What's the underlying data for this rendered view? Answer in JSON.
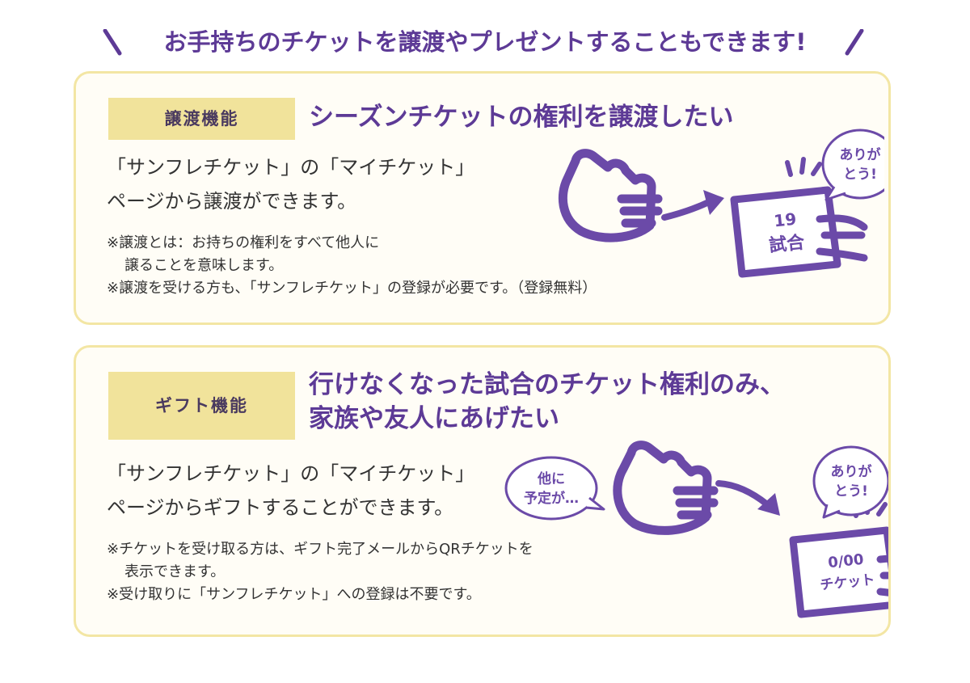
{
  "headline": "お手持ちのチケットを譲渡やプレゼントすることもできます!",
  "colors": {
    "accent": "#5d3a96",
    "tag_bg": "#f1e39b",
    "panel_border": "#f3e6a4",
    "icon": "#6b4aa8"
  },
  "sections": [
    {
      "tag": "譲渡機能",
      "title_lines": [
        "シーズンチケットの権利を譲渡したい"
      ],
      "body_lines": [
        "「サンフレチケット」の「マイチケット」",
        "ページから譲渡ができます。"
      ],
      "note_lines": [
        "※譲渡とは：お持ちの権利をすべて他人に",
        "譲ることを意味します。",
        "※譲渡を受ける方も、「サンフレチケット」の登録が必要です。（登録無料）"
      ],
      "illustration": {
        "bubble_lines": [
          "ありが",
          "とう!"
        ],
        "ticket_lines": [
          "19",
          "試合"
        ],
        "icons": [
          "hand-icon",
          "arrow-icon",
          "ticket-icon",
          "speech-bubble-icon"
        ]
      }
    },
    {
      "tag": "ギフト機能",
      "title_lines": [
        "行けなくなった試合のチケット権利のみ、",
        "家族や友人にあげたい"
      ],
      "body_lines": [
        "「サンフレチケット」の「マイチケット」",
        "ページからギフトすることができます。"
      ],
      "note_lines": [
        "※チケットを受け取る方は、ギフト完了メールからQRチケットを",
        "表示できます。",
        "※受け取りに「サンフレチケット」への登録は不要です。"
      ],
      "illustration": {
        "left_bubble_lines": [
          "他に",
          "予定が…"
        ],
        "bubble_lines": [
          "ありが",
          "とう!"
        ],
        "ticket_lines": [
          "0/00",
          "チケット"
        ],
        "icons": [
          "hand-icon",
          "arrow-icon",
          "ticket-icon",
          "speech-bubble-icon"
        ]
      }
    }
  ]
}
